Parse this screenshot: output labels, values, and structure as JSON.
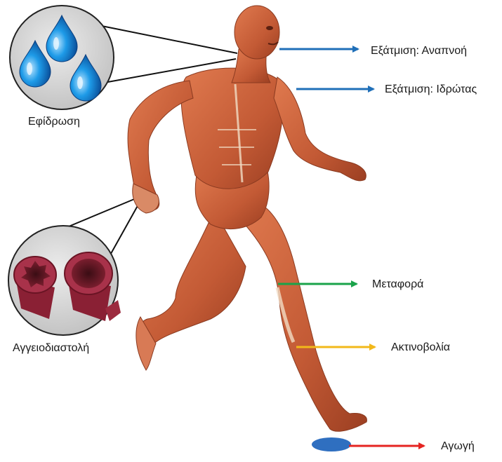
{
  "labels": {
    "evaporation_breathing": "Εξάτμιση: Αναπνοή",
    "evaporation_sweat": "Εξάτμιση: Ιδρώτας",
    "convection": "Μεταφορά",
    "radiation": "Ακτινοβολία",
    "conduction": "Αγωγή",
    "sweating": "Εφίδρωση",
    "vasodilation": "Αγγειοδιαστολή"
  },
  "colors": {
    "evaporation": "#1f6fb8",
    "convection": "#1aa34a",
    "radiation": "#f2b81a",
    "conduction": "#e52421",
    "ground_disc": "#2f6fc0",
    "muscle": "#c8623c",
    "muscle_dark": "#9a3f22",
    "tendon": "#f1dcc4",
    "water_drop": "#1a8fe0",
    "inset_bg": "#d4d4d4",
    "vessel": "#a8324a"
  },
  "icons": {
    "sweat_inset": "water-drops-icon",
    "vessel_inset": "blood-vessel-icon",
    "figure": "running-muscle-figure"
  }
}
